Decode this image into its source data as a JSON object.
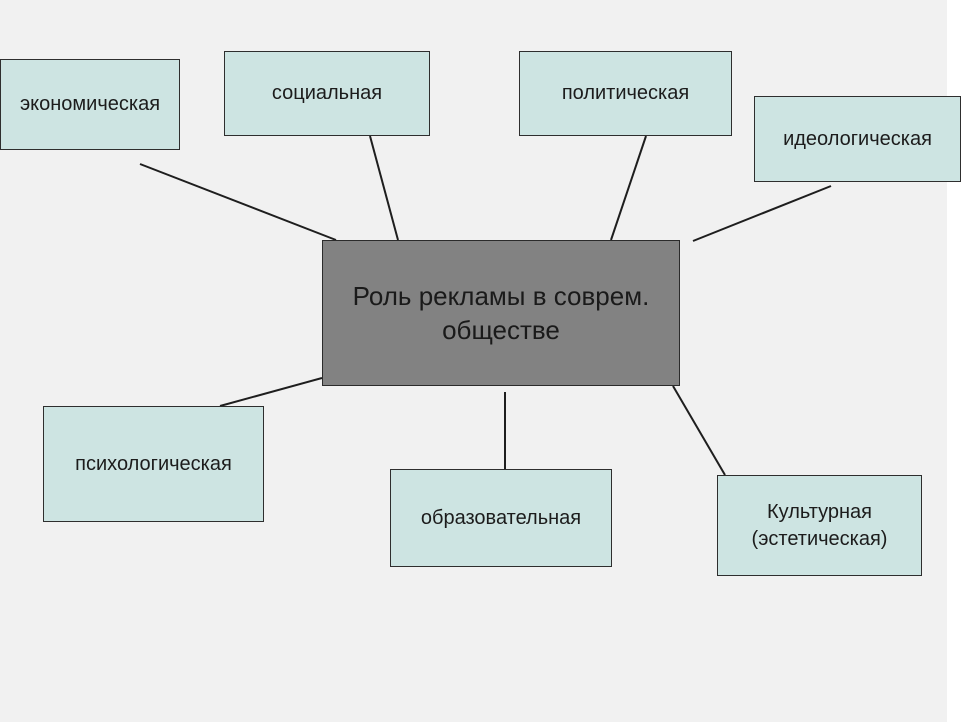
{
  "center": {
    "line1": "Роль рекламы в соврем.",
    "line2": "обществе",
    "color": "#828282"
  },
  "nodes": {
    "economic": "экономическая",
    "social": "социальная",
    "political": "политическая",
    "ideological": "идеологическая",
    "psychological": "психологическая",
    "educational": "образовательная",
    "cultural_line1": "Культурная",
    "cultural_line2": "(эстетическая)"
  },
  "colors": {
    "node_fill": "#cde4e2",
    "background": "#f1f1f1",
    "line": "#1e1e1e"
  }
}
